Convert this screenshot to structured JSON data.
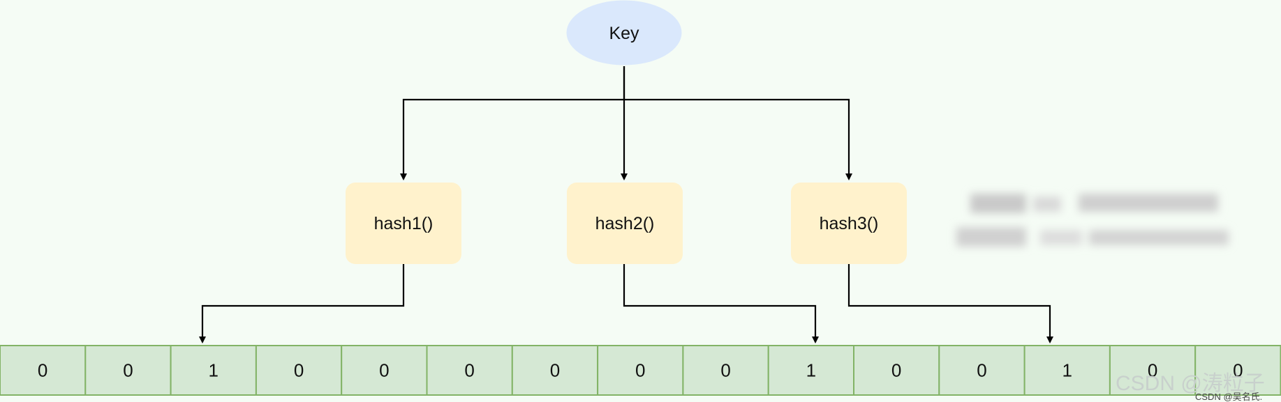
{
  "key_node": {
    "label": "Key",
    "color": "#dae8fc"
  },
  "hash_functions": [
    {
      "label": "hash1()",
      "target_index": 2
    },
    {
      "label": "hash2()",
      "target_index": 9
    },
    {
      "label": "hash3()",
      "target_index": 12
    }
  ],
  "hash_color": "#fff2cc",
  "bit_array": {
    "values": [
      "0",
      "0",
      "1",
      "0",
      "0",
      "0",
      "0",
      "0",
      "0",
      "1",
      "0",
      "0",
      "1",
      "0",
      "0"
    ],
    "fill_color": "#d5e8d4",
    "border_color": "#82b366"
  },
  "watermark": {
    "text": "CSDN @涛粒子",
    "small_text": "CSDN @吴名氏."
  },
  "redacted_text": "blurred"
}
